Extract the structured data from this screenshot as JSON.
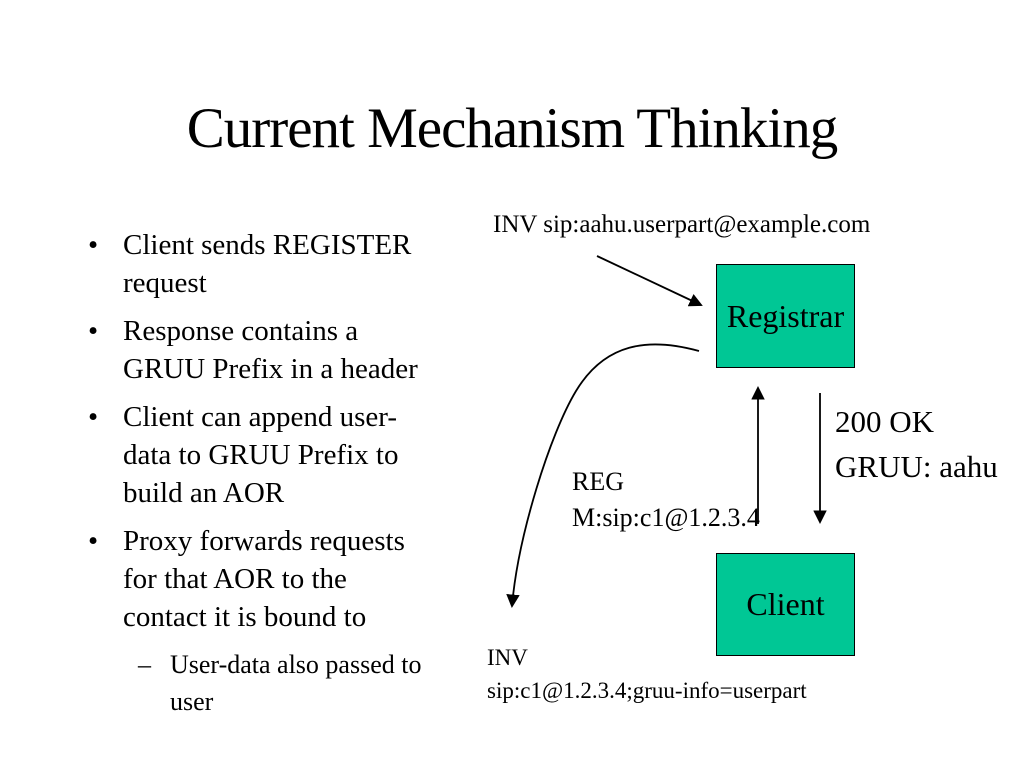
{
  "theme": {
    "background": "#FFFFFF",
    "ink": "#000000",
    "box_fill": "#00C795",
    "box_border": "#000000",
    "arrow_color": "#000000"
  },
  "slide": {
    "title": "Current Mechanism Thinking"
  },
  "bullets": {
    "marker": "•",
    "sub_marker": "–",
    "items": [
      {
        "level": 1,
        "text": "Client sends REGISTER\nrequest"
      },
      {
        "level": 1,
        "text": "Response contains a\nGRUU Prefix in a header"
      },
      {
        "level": 1,
        "text": "Client can append user-\ndata to GRUU Prefix to\nbuild an AOR"
      },
      {
        "level": 1,
        "text": "Proxy forwards requests\nfor that AOR to the\ncontact it is bound to"
      },
      {
        "level": 2,
        "text": "User-data also passed to\nuser"
      }
    ]
  },
  "diagram": {
    "nodes": [
      {
        "id": "registrar",
        "label": "Registrar"
      },
      {
        "id": "client",
        "label": "Client"
      }
    ],
    "labels": {
      "inv_top": "INV sip:aahu.userpart@example.com",
      "reg": "REG\nM:sip:c1@1.2.3.4",
      "ok": "200 OK\nGRUU: aahu",
      "inv_bottom": "INV\nsip:c1@1.2.3.4;gruu-info=userpart"
    },
    "arrows": [
      {
        "from": "inv-request-label",
        "to": "registrar",
        "style": "straight-diagonal"
      },
      {
        "from": "client",
        "to": "registrar",
        "style": "straight-up"
      },
      {
        "from": "registrar",
        "to": "client",
        "style": "straight-down"
      },
      {
        "from": "registrar",
        "to": "inv-bottom-label",
        "style": "curved"
      }
    ]
  }
}
